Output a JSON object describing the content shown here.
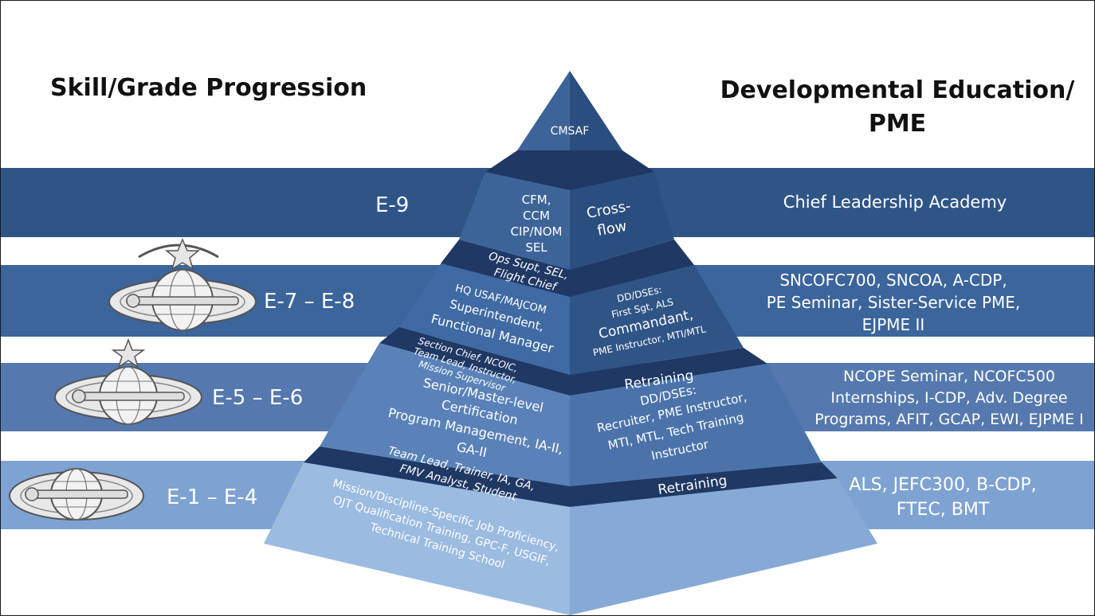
{
  "headings": {
    "left": "Skill/Grade Progression",
    "right_line1": "Developmental Education/",
    "right_line2": "PME"
  },
  "colors": {
    "band_e9": "#2f5587",
    "band_e7_e8": "#3b659b",
    "band_e5_e6": "#5579ae",
    "band_e1_e4": "#7ea3d2",
    "divider": "#1f3864",
    "pyramid_light": "#9bbbe1"
  },
  "icons": {
    "e7_e8": "senior-badge-wreath-star-icon",
    "e5_e6": "senior-badge-star-icon",
    "e1_e4": "basic-badge-icon"
  },
  "bands": {
    "e9": {
      "grade": "E-9",
      "education": [
        "Chief Leadership Academy"
      ]
    },
    "e7_e8": {
      "grade": "E-7 – E-8",
      "education": [
        "SNCOFC700, SNCOA, A-CDP,",
        "PE Seminar, Sister-Service PME,",
        "EJPME II"
      ]
    },
    "e5_e6": {
      "grade": "E-5 – E-6",
      "education": [
        "NCOPE Seminar, NCOFC500",
        "Internships, I-CDP, Adv. Degree",
        "Programs, AFIT, GCAP, EWI, EJPME I"
      ]
    },
    "e1_e4": {
      "grade": "E-1 – E-4",
      "education": [
        "ALS, JEFC300, B-CDP,",
        "FTEC, BMT"
      ]
    }
  },
  "pyramid": {
    "apex": "CMSAF",
    "tier_e9": {
      "left": [
        "CFM,",
        "CCM",
        "CIP/NOM",
        "SEL"
      ],
      "right": [
        "Cross-",
        "flow"
      ]
    },
    "divider_e9": [
      "Ops Supt, SEL,",
      "Flight Chief"
    ],
    "tier_e7_e8": {
      "left": [
        "HQ USAF/MAJCOM",
        "Superintendent,",
        "Functional Manager"
      ],
      "right": [
        "DD/DSEs:",
        "First Sgt, ALS",
        "Commandant,",
        "PME Instructor, MTI/MTL"
      ]
    },
    "divider_e7_e8": {
      "left": [
        "Section Chief, NCOIC,",
        "Team Lead, Instructor,",
        "Mission Supervisor"
      ],
      "right": "Retraining"
    },
    "tier_e5_e6": {
      "left": [
        "Senior/Master-level",
        "Certification",
        "Program Management, IA-II,",
        "GA-II"
      ],
      "right": [
        "DD/DSEs:",
        "Recruiter, PME Instructor,",
        "MTI, MTL, Tech Training",
        "Instructor"
      ]
    },
    "divider_e5_e6": {
      "left": [
        "Team Lead, Trainer, IA, GA,",
        "FMV Analyst, Student"
      ],
      "right": "Retraining"
    },
    "tier_e1_e4": {
      "left": [
        "Mission/Discipline-Specific Job Proficiency,",
        "OJT Qualification Training, GPC-F, USGIF,",
        "Technical Training School"
      ]
    }
  }
}
